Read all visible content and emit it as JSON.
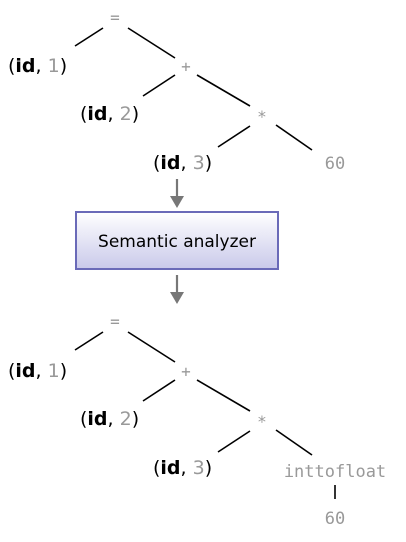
{
  "top_tree": {
    "root": "=",
    "left_token": {
      "kw": "id",
      "idx": "1"
    },
    "plus": "+",
    "plus_left_token": {
      "kw": "id",
      "idx": "2"
    },
    "times": "*",
    "times_left_token": {
      "kw": "id",
      "idx": "3"
    },
    "times_right": "60"
  },
  "analyzer_box": {
    "label": "Semantic analyzer",
    "fill_top": "#ffffff",
    "fill_bottom": "#c9c9ea",
    "border": "#6a6ab8"
  },
  "bottom_tree": {
    "root": "=",
    "left_token": {
      "kw": "id",
      "idx": "1"
    },
    "plus": "+",
    "plus_left_token": {
      "kw": "id",
      "idx": "2"
    },
    "times": "*",
    "times_left_token": {
      "kw": "id",
      "idx": "3"
    },
    "conversion": "inttofloat",
    "conversion_child": "60"
  },
  "colors": {
    "operator": "#999999",
    "arrow": "#777777",
    "edge": "#000000"
  }
}
